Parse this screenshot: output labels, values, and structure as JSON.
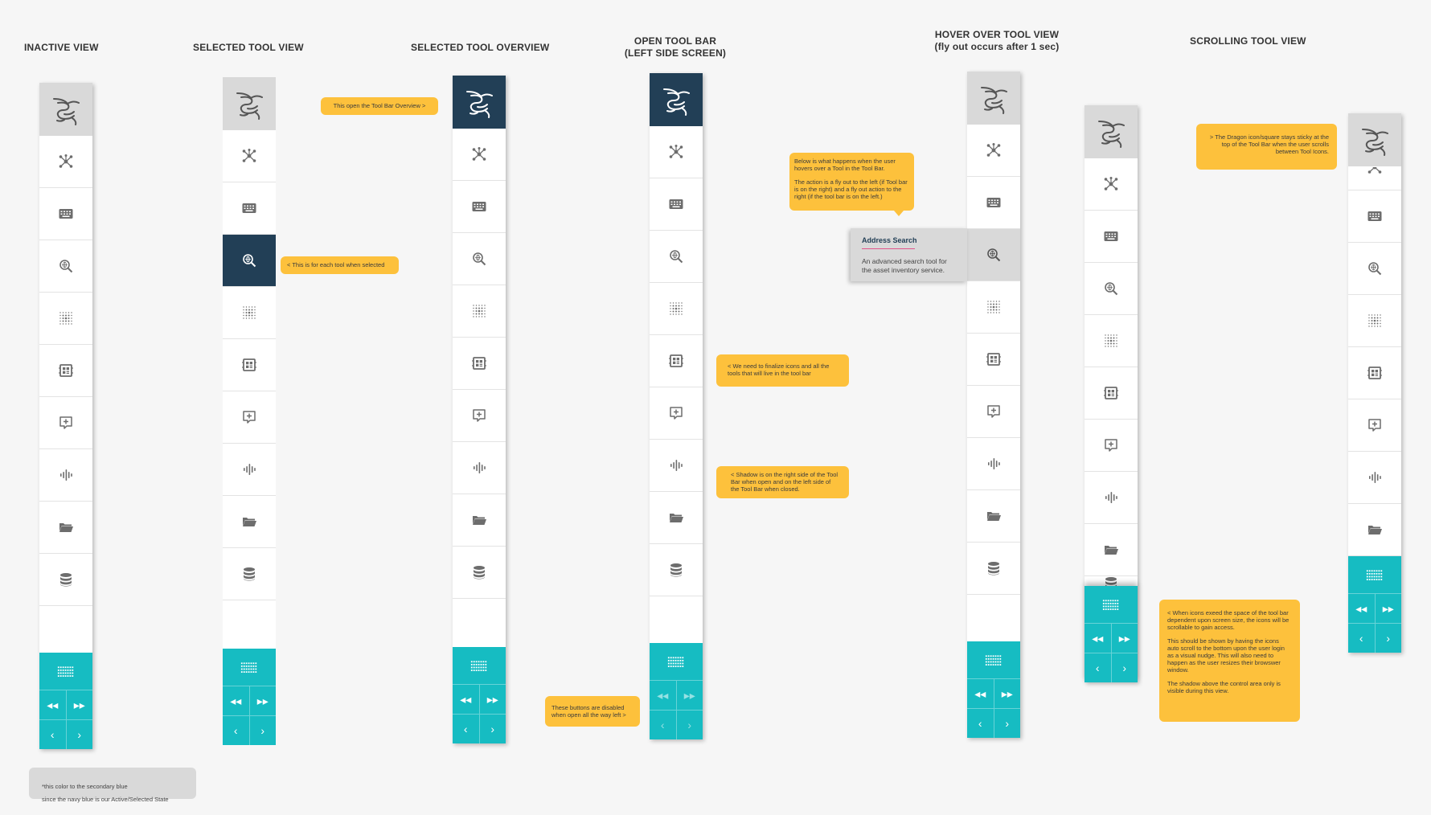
{
  "headings": {
    "inactive": [
      "INACTIVE VIEW"
    ],
    "selected_tool": [
      "SELECTED TOOL VIEW"
    ],
    "selected_overview": [
      "SELECTED TOOL OVERVIEW"
    ],
    "open_toolbar": [
      "OPEN TOOL BAR",
      "(LEFT SIDE SCREEN)"
    ],
    "hover": [
      "HOVER OVER TOOL VIEW",
      "(fly out occurs after 1 sec)"
    ],
    "scrolling": [
      "SCROLLING TOOL VIEW"
    ]
  },
  "tool_icons": [
    "network-icon",
    "keyboard-icon",
    "address-search-icon",
    "dot-grid-icon",
    "widget-icon",
    "add-comment-icon",
    "waveform-icon",
    "folder-icon",
    "database-icon"
  ],
  "controls": {
    "grid_icon": "keypad-grid-icon",
    "rewind": "◂◂",
    "fast_forward": "▸▸",
    "previous": "‹",
    "next": "›"
  },
  "notes": {
    "overview": [
      "This open the Tool Bar Overview >"
    ],
    "selected": [
      "< This is for each tool when selected"
    ],
    "hover": [
      "Below is what happens when the user hovers over a Tool in the Tool Bar.",
      "The action is a fly out to the left (if Tool bar is on the right) and a fly out action to the right (if the tool bar is on the left.)"
    ],
    "finalize": [
      "< We need to finalize icons and all the tools that will live in the tool bar"
    ],
    "shadow": [
      "< Shadow is on the right side of the Tool Bar when open and on the left side of the Tool Bar when closed."
    ],
    "disabled": [
      "These buttons are disabled when open all the way left >"
    ],
    "sticky": [
      "> The Dragon icon/square stays sticky at the top of the Tool Bar when the user scrolls between Tool Icons."
    ],
    "scroll": [
      "< When icons exeed the space of the tool bar dependent upon screen size, the icons will be scrollable to gain access.",
      "This should be shown by having the icons auto scroll to the bottom upon the user login as a visual nudge. This will also need to happen as the user resizes their browswer window.",
      "The shadow above the control area only is visible during this view."
    ]
  },
  "flyout": {
    "title": "Address Search",
    "description": "An advanced search tool for the asset inventory service."
  },
  "footnote": [
    "*this color to the secondary blue",
    "since the navy blue is our Active/Selected State"
  ],
  "colors": {
    "navy": "#223f56",
    "teal": "#16bcc2",
    "note_yellow": "#fdc13c",
    "light_gray": "#d9d9d9"
  }
}
